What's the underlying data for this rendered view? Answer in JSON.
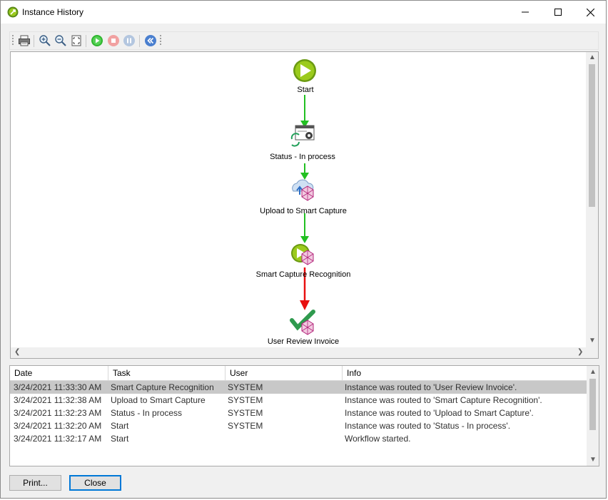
{
  "window": {
    "title": "Instance History"
  },
  "toolbar": {
    "buttons": [
      {
        "name": "print-icon"
      },
      {
        "name": "zoom-in-icon"
      },
      {
        "name": "zoom-out-icon"
      },
      {
        "name": "fit-to-window-icon"
      },
      {
        "name": "play-icon"
      },
      {
        "name": "stop-icon"
      },
      {
        "name": "pause-icon"
      },
      {
        "name": "rewind-icon"
      }
    ]
  },
  "workflow": {
    "nodes": [
      {
        "label": "Start",
        "icon": "start-play-icon"
      },
      {
        "label": "Status - In process",
        "icon": "status-process-icon"
      },
      {
        "label": "Upload to Smart Capture",
        "icon": "cloud-upload-icon"
      },
      {
        "label": "Smart Capture Recognition",
        "icon": "recognition-play-icon"
      },
      {
        "label": "User Review Invoice",
        "icon": "checkmark-review-icon"
      }
    ],
    "colors": {
      "completed_link": "#22c022",
      "active_link": "#e81010",
      "play": "#9bcb1c"
    }
  },
  "history": {
    "columns": [
      "Date",
      "Task",
      "User",
      "Info"
    ],
    "rows": [
      {
        "date": "3/24/2021 11:33:30 AM",
        "task": "Smart Capture Recognition",
        "user": "SYSTEM",
        "info": "Instance was routed to 'User Review Invoice'."
      },
      {
        "date": "3/24/2021 11:32:38 AM",
        "task": "Upload to Smart Capture",
        "user": "SYSTEM",
        "info": "Instance was routed to 'Smart Capture Recognition'."
      },
      {
        "date": "3/24/2021 11:32:23 AM",
        "task": "Status - In process",
        "user": "SYSTEM",
        "info": "Instance was routed to 'Upload to Smart Capture'."
      },
      {
        "date": "3/24/2021 11:32:20 AM",
        "task": "Start",
        "user": "SYSTEM",
        "info": "Instance was routed to 'Status - In process'."
      },
      {
        "date": "3/24/2021 11:32:17 AM",
        "task": "Start",
        "user": "",
        "info": "Workflow started."
      }
    ]
  },
  "buttons": {
    "print": "Print...",
    "close": "Close"
  }
}
